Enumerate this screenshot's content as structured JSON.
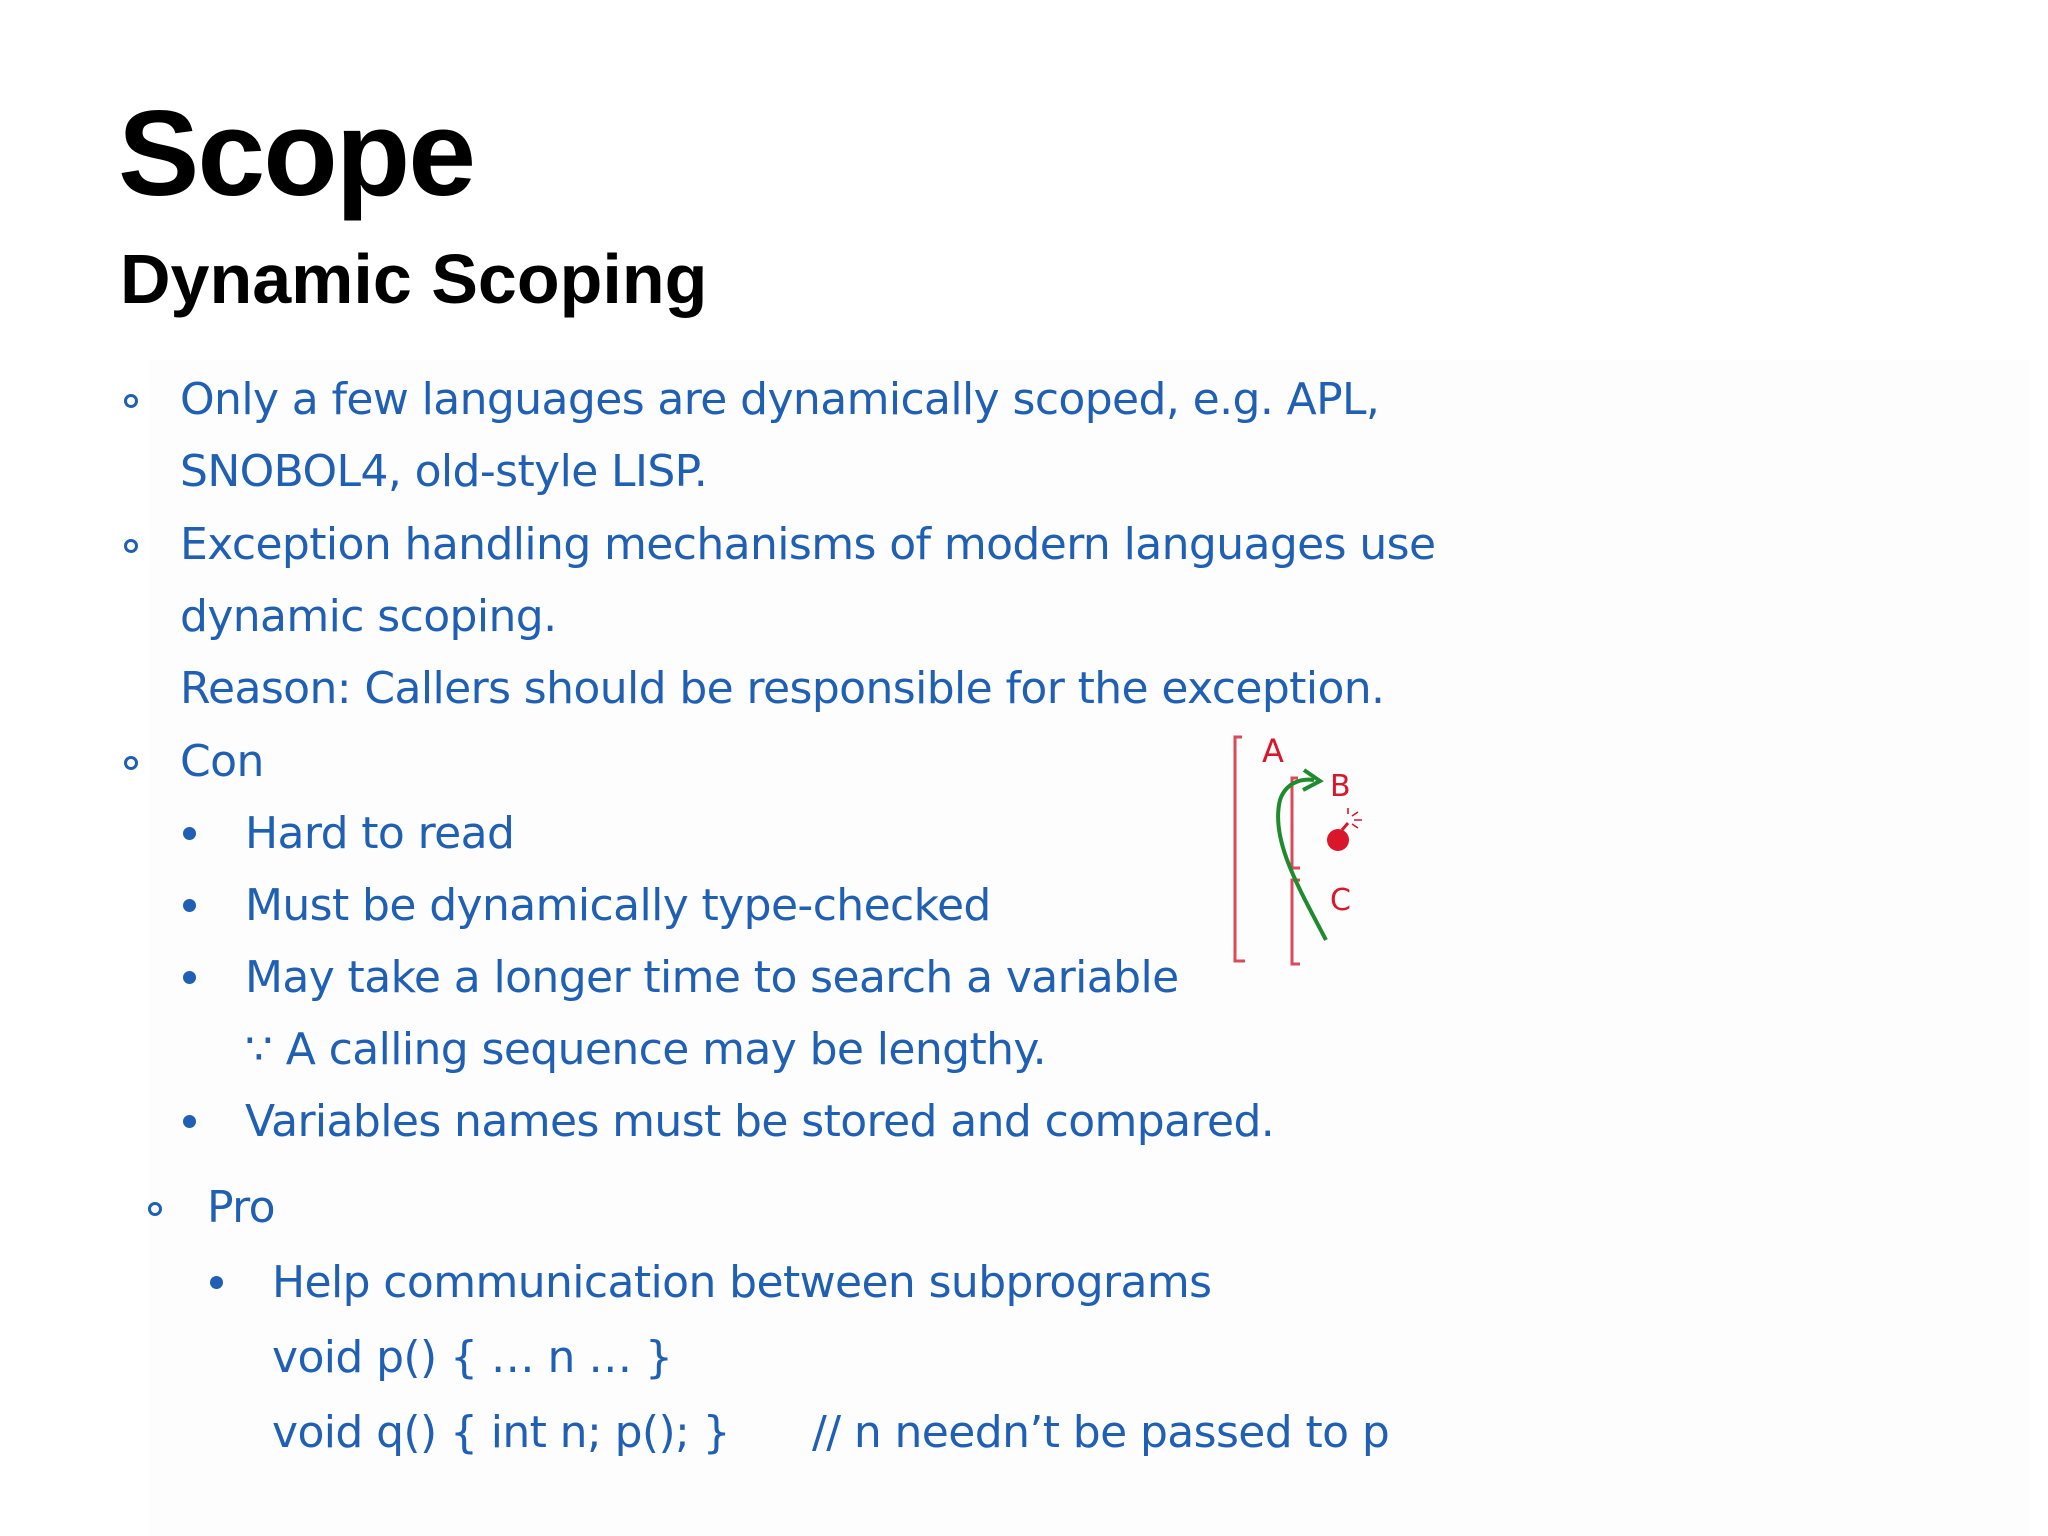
{
  "title": "Scope",
  "subtitle": "Dynamic Scoping",
  "bullets": {
    "b1_line1": "Only a few languages are dynamically scoped, e.g. APL,",
    "b1_line2": "SNOBOL4, old-style LISP.",
    "b2_line1": "Exception handling mechanisms of modern languages use",
    "b2_line2": "dynamic scoping.",
    "b2_line3": "Reason: Callers should be responsible for the exception.",
    "con": "Con",
    "con_items": [
      "Hard to read",
      "Must be dynamically type-checked",
      "May take a longer time to search a variable",
      "∵ A calling sequence may be lengthy.",
      "Variables names must be stored and compared."
    ],
    "pro": "Pro",
    "pro_items": [
      "Help communication between subprograms",
      "void p() { … n …  }",
      "void q() { int n; p(); }",
      "// n needn’t be passed to p"
    ]
  },
  "diagram": {
    "labels": [
      "A",
      "B",
      "C"
    ],
    "colors": {
      "frame": "#d94a5a",
      "arrow": "#1f8a2e",
      "bomb": "#d8182a",
      "text": "#1f5fb4"
    }
  }
}
